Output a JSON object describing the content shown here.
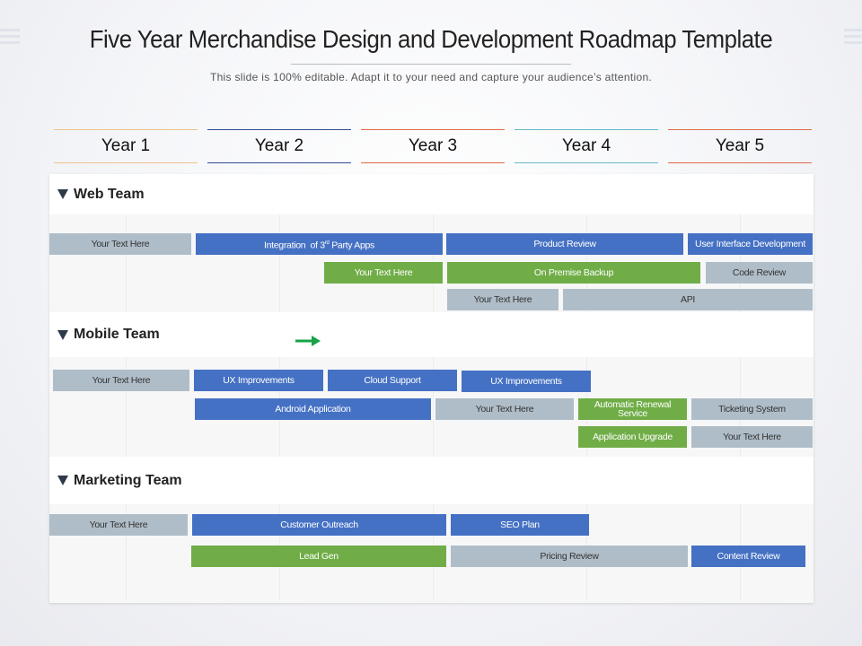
{
  "title": "Five Year Merchandise Design and Development Roadmap Template",
  "subtitle": "This slide is 100% editable. Adapt it to your need and capture your audience’s attention.",
  "colors": {
    "blue": "#4571c4",
    "green": "#70ad47",
    "gray": "#afbdc8",
    "arrow": "#18a34a"
  },
  "years": [
    {
      "label": "Year 1",
      "accent": "#f2c18c"
    },
    {
      "label": "Year 2",
      "accent": "#2f4f8f"
    },
    {
      "label": "Year 3",
      "accent": "#e06a4a"
    },
    {
      "label": "Year 4",
      "accent": "#67b6c9"
    },
    {
      "label": "Year 5",
      "accent": "#e06a4a"
    }
  ],
  "sections": [
    {
      "name": "Web Team",
      "bars": [
        {
          "label": "Your Text Here",
          "style": "gray"
        },
        {
          "label": "Integration  of 3rd Party Apps",
          "style": "blue"
        },
        {
          "label": "Product Review",
          "style": "blue"
        },
        {
          "label": "User Interface  Development",
          "style": "blue"
        },
        {
          "label": "Your Text Here",
          "style": "green"
        },
        {
          "label": "On Premise Backup",
          "style": "green"
        },
        {
          "label": "Code Review",
          "style": "gray"
        },
        {
          "label": "Your Text Here",
          "style": "gray"
        },
        {
          "label": "API",
          "style": "gray"
        }
      ]
    },
    {
      "name": "Mobile Team",
      "bars": [
        {
          "label": "Your Text Here",
          "style": "gray"
        },
        {
          "label": "UX Improvements",
          "style": "blue"
        },
        {
          "label": "Cloud Support",
          "style": "blue"
        },
        {
          "label": "UX Improvements",
          "style": "blue"
        },
        {
          "label": "Android  Application",
          "style": "blue"
        },
        {
          "label": "Your Text Here",
          "style": "gray"
        },
        {
          "label": "Automatic  Renewal Service",
          "style": "green"
        },
        {
          "label": "Ticketing  System",
          "style": "gray"
        },
        {
          "label": "Application  Upgrade",
          "style": "green"
        },
        {
          "label": "Your Text Here",
          "style": "gray"
        }
      ]
    },
    {
      "name": "Marketing Team",
      "bars": [
        {
          "label": "Your Text Here",
          "style": "gray"
        },
        {
          "label": "Customer Outreach",
          "style": "blue"
        },
        {
          "label": "SEO Plan",
          "style": "blue"
        },
        {
          "label": "Lead  Gen",
          "style": "green"
        },
        {
          "label": "Pricing Review",
          "style": "gray"
        },
        {
          "label": "Content Review",
          "style": "blue"
        }
      ]
    }
  ]
}
